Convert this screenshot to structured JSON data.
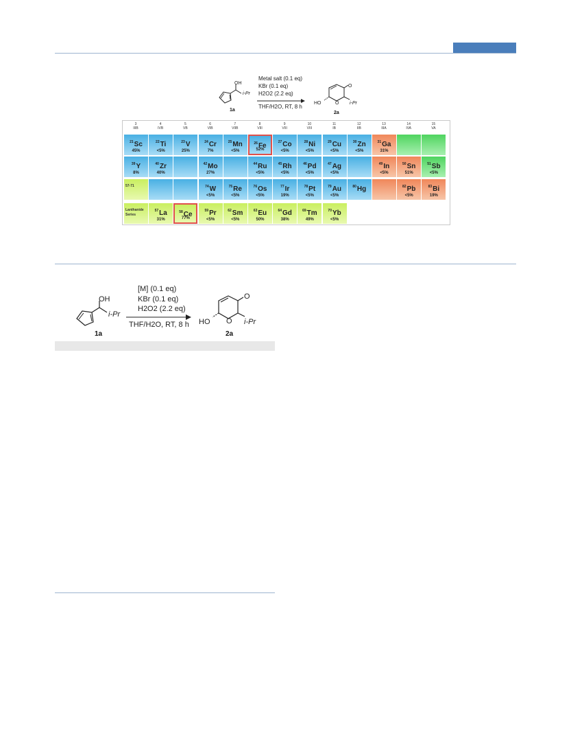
{
  "scheme_top": {
    "conditions": [
      "Metal salt (0.1 eq)",
      "KBr (0.1 eq)",
      "H2O2 (2.2 eq)",
      "THF/H2O, RT, 8 h"
    ],
    "reactant_label": "1a",
    "product_label": "2a",
    "oh": "OH",
    "ipr": "i-Pr",
    "ho": "HO",
    "o_ring": "O",
    "o_keto": "O"
  },
  "periodic_table": {
    "group_headers": [
      {
        "num": "3",
        "roman": "IIIB"
      },
      {
        "num": "4",
        "roman": "IVB"
      },
      {
        "num": "5",
        "roman": "VB"
      },
      {
        "num": "6",
        "roman": "VIB"
      },
      {
        "num": "7",
        "roman": "VIIB"
      },
      {
        "num": "8",
        "roman": "VIII"
      },
      {
        "num": "9",
        "roman": "VIII"
      },
      {
        "num": "10",
        "roman": "VIII"
      },
      {
        "num": "11",
        "roman": "IB"
      },
      {
        "num": "12",
        "roman": "IIB"
      },
      {
        "num": "13",
        "roman": "IIIA"
      },
      {
        "num": "14",
        "roman": "IVA"
      },
      {
        "num": "15",
        "roman": "VA"
      }
    ],
    "rows": [
      [
        {
          "z": "21",
          "sym": "Sc",
          "yield": "45%",
          "color": "blue"
        },
        {
          "z": "22",
          "sym": "Ti",
          "yield": "<5%",
          "color": "blue"
        },
        {
          "z": "23",
          "sym": "V",
          "yield": "25%",
          "color": "blue"
        },
        {
          "z": "24",
          "sym": "Cr",
          "yield": "7%",
          "color": "blue"
        },
        {
          "z": "25",
          "sym": "Mn",
          "yield": "<5%",
          "color": "blue"
        },
        {
          "z": "26",
          "sym": "Fe",
          "yield": "52%",
          "color": "blue",
          "highlight": true
        },
        {
          "z": "27",
          "sym": "Co",
          "yield": "<5%",
          "color": "blue"
        },
        {
          "z": "28",
          "sym": "Ni",
          "yield": "<5%",
          "color": "blue"
        },
        {
          "z": "29",
          "sym": "Cu",
          "yield": "<5%",
          "color": "blue"
        },
        {
          "z": "30",
          "sym": "Zn",
          "yield": "<5%",
          "color": "blue"
        },
        {
          "z": "31",
          "sym": "Ga",
          "yield": "31%",
          "color": "orange"
        },
        {
          "z": "",
          "sym": "",
          "yield": "",
          "color": "green"
        },
        {
          "z": "",
          "sym": "",
          "yield": "",
          "color": "green"
        }
      ],
      [
        {
          "z": "39",
          "sym": "Y",
          "yield": "8%",
          "color": "blue"
        },
        {
          "z": "40",
          "sym": "Zr",
          "yield": "40%",
          "color": "blue"
        },
        {
          "z": "",
          "sym": "",
          "yield": "",
          "color": "blue"
        },
        {
          "z": "42",
          "sym": "Mo",
          "yield": "27%",
          "color": "blue"
        },
        {
          "z": "",
          "sym": "",
          "yield": "",
          "color": "blue"
        },
        {
          "z": "44",
          "sym": "Ru",
          "yield": "<5%",
          "color": "blue"
        },
        {
          "z": "45",
          "sym": "Rh",
          "yield": "<5%",
          "color": "blue"
        },
        {
          "z": "46",
          "sym": "Pd",
          "yield": "<5%",
          "color": "blue"
        },
        {
          "z": "47",
          "sym": "Ag",
          "yield": "<5%",
          "color": "blue"
        },
        {
          "z": "",
          "sym": "",
          "yield": "",
          "color": "blue"
        },
        {
          "z": "49",
          "sym": "In",
          "yield": "<5%",
          "color": "orange"
        },
        {
          "z": "50",
          "sym": "Sn",
          "yield": "51%",
          "color": "orange"
        },
        {
          "z": "51",
          "sym": "Sb",
          "yield": "<5%",
          "color": "green"
        }
      ],
      [
        {
          "z": "",
          "sym": "",
          "yield": "",
          "color": "lime",
          "side": "57-71"
        },
        {
          "z": "",
          "sym": "",
          "yield": "",
          "color": "blue"
        },
        {
          "z": "",
          "sym": "",
          "yield": "",
          "color": "blue"
        },
        {
          "z": "74",
          "sym": "W",
          "yield": "<5%",
          "color": "blue"
        },
        {
          "z": "75",
          "sym": "Re",
          "yield": "<5%",
          "color": "blue"
        },
        {
          "z": "76",
          "sym": "Os",
          "yield": "<5%",
          "color": "blue"
        },
        {
          "z": "77",
          "sym": "Ir",
          "yield": "19%",
          "color": "blue"
        },
        {
          "z": "78",
          "sym": "Pt",
          "yield": "<5%",
          "color": "blue"
        },
        {
          "z": "79",
          "sym": "Au",
          "yield": "<5%",
          "color": "blue"
        },
        {
          "z": "80",
          "sym": "Hg",
          "yield": "",
          "color": "blue"
        },
        {
          "z": "",
          "sym": "",
          "yield": "",
          "color": "orange"
        },
        {
          "z": "82",
          "sym": "Pb",
          "yield": "<5%",
          "color": "orange"
        },
        {
          "z": "83",
          "sym": "Bi",
          "yield": "19%",
          "color": "orange"
        }
      ]
    ],
    "lanthanides": [
      {
        "z": "",
        "sym": "",
        "yield": "",
        "color": "lime",
        "side": "Lanthanide Series"
      },
      {
        "z": "57",
        "sym": "La",
        "yield": "31%",
        "color": "lime"
      },
      {
        "z": "58",
        "sym": "Ce",
        "yield": "77%",
        "color": "lime",
        "highlight": true
      },
      {
        "z": "59",
        "sym": "Pr",
        "yield": "<5%",
        "color": "lime"
      },
      {
        "z": "62",
        "sym": "Sm",
        "yield": "<5%",
        "color": "lime"
      },
      {
        "z": "63",
        "sym": "Eu",
        "yield": "50%",
        "color": "lime"
      },
      {
        "z": "64",
        "sym": "Gd",
        "yield": "38%",
        "color": "lime"
      },
      {
        "z": "69",
        "sym": "Tm",
        "yield": "49%",
        "color": "lime"
      },
      {
        "z": "70",
        "sym": "Yb",
        "yield": "<5%",
        "color": "lime"
      }
    ]
  },
  "scheme_bottom": {
    "conditions": [
      "[M] (0.1 eq)",
      "KBr (0.1 eq)",
      "H2O2 (2.2 eq)",
      "THF/H2O, RT, 8 h"
    ],
    "reactant_label": "1a",
    "product_label": "2a",
    "oh": "OH",
    "ipr": "i-Pr",
    "ho": "HO",
    "o_ring": "O",
    "o_keto": "O"
  },
  "colors": {
    "rule": "#9db4cf",
    "header_tab": "#4a7ebb",
    "highlight": "#e0504a"
  }
}
